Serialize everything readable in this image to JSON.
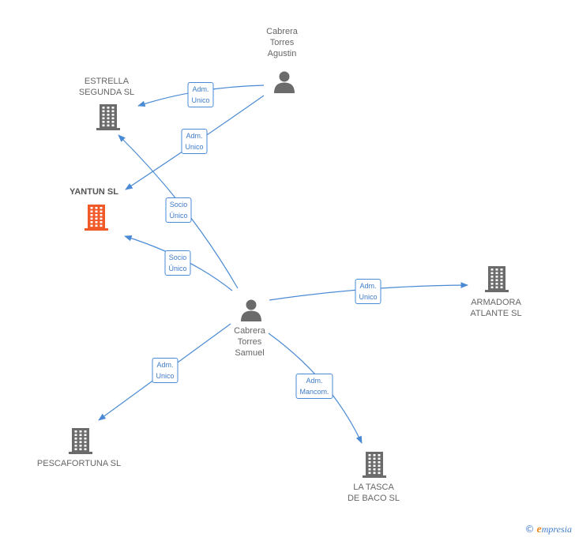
{
  "colors": {
    "edge": "#4a8ad4",
    "node_default": "#6b6b6b",
    "node_highlight": "#f05a28",
    "label_text": "#666666"
  },
  "nodes": {
    "cabrera_torres_agustin": {
      "type": "person",
      "label_lines": [
        "Cabrera",
        "Torres",
        "Agustin"
      ],
      "icon": "person-icon"
    },
    "estrella_segunda": {
      "type": "company",
      "label_lines": [
        "ESTRELLA",
        "SEGUNDA  SL"
      ],
      "icon": "building-icon"
    },
    "yantun": {
      "type": "company",
      "label_lines": [
        "YANTUN  SL"
      ],
      "icon": "building-icon",
      "highlight": true
    },
    "cabrera_torres_samuel": {
      "type": "person",
      "label_lines": [
        "Cabrera",
        "Torres",
        "Samuel"
      ],
      "icon": "person-icon"
    },
    "armadora_atlante": {
      "type": "company",
      "label_lines": [
        "ARMADORA",
        "ATLANTE  SL"
      ],
      "icon": "building-icon"
    },
    "pescafortuna": {
      "type": "company",
      "label_lines": [
        "PESCAFORTUNA SL"
      ],
      "icon": "building-icon"
    },
    "la_tasca": {
      "type": "company",
      "label_lines": [
        "LA TASCA",
        "DE BACO SL"
      ],
      "icon": "building-icon"
    }
  },
  "edges": [
    {
      "from": "cabrera_torres_agustin",
      "to": "estrella_segunda",
      "label_lines": [
        "Adm.",
        "Unico"
      ]
    },
    {
      "from": "cabrera_torres_agustin",
      "to": "yantun",
      "label_lines": [
        "Adm.",
        "Unico"
      ]
    },
    {
      "from": "cabrera_torres_samuel",
      "to": "estrella_segunda",
      "label_lines": [
        "Socio",
        "Único"
      ]
    },
    {
      "from": "cabrera_torres_samuel",
      "to": "yantun",
      "label_lines": [
        "Socio",
        "Único"
      ]
    },
    {
      "from": "cabrera_torres_samuel",
      "to": "armadora_atlante",
      "label_lines": [
        "Adm.",
        "Unico"
      ]
    },
    {
      "from": "cabrera_torres_samuel",
      "to": "pescafortuna",
      "label_lines": [
        "Adm.",
        "Unico"
      ]
    },
    {
      "from": "cabrera_torres_samuel",
      "to": "la_tasca",
      "label_lines": [
        "Adm.",
        "Mancom."
      ]
    }
  ],
  "footer": {
    "copyright_symbol": "©",
    "brand_initial": "e",
    "brand_rest": "mpresia"
  }
}
